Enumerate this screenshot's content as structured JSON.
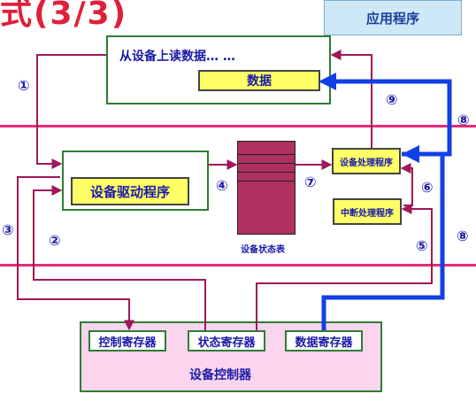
{
  "title_fragment": "式(3/3)",
  "callout": "应用程序",
  "read_text": "从设备上读数据… …",
  "data_box": "数据",
  "driver_box": "设备驱动程序",
  "status_table_label": "设备状态表",
  "device_handler": "设备处理程序",
  "interrupt_handler": "中断处理程序",
  "registers": [
    "控制寄存器",
    "状态寄存器",
    "数据寄存器"
  ],
  "controller_label": "设备控制器",
  "markers": {
    "m1": "①",
    "m2": "②",
    "m3": "③",
    "m4": "④",
    "m5": "⑤",
    "m6": "⑥",
    "m7": "⑦",
    "m8a": "⑧",
    "m8b": "⑧",
    "m9": "⑨"
  },
  "colors": {
    "pink_line": "#e82a78",
    "arrow_mauve": "#a01858",
    "blue_path": "#1240e6",
    "status_table": "#b03060"
  }
}
